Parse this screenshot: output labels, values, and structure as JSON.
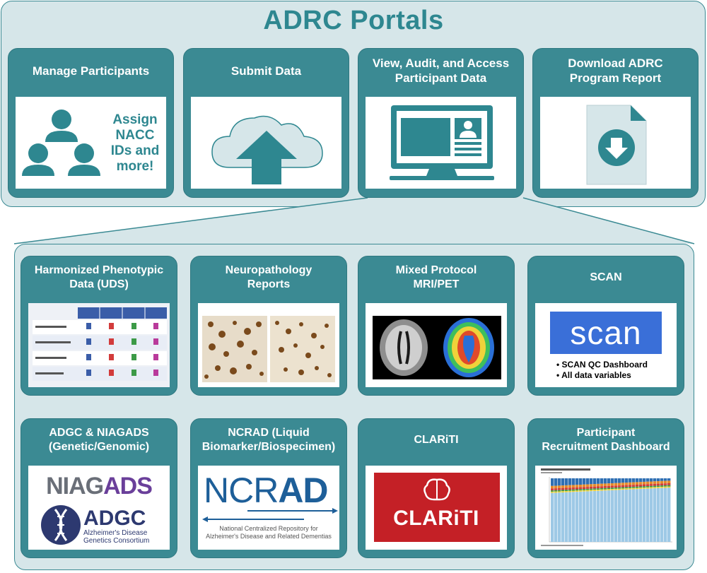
{
  "title": "ADRC Portals",
  "portals": [
    {
      "id": "manage",
      "label": "Manage Participants",
      "body_text": "Assign\nNACC\nIDs and\nmore!"
    },
    {
      "id": "submit",
      "label": "Submit Data"
    },
    {
      "id": "view",
      "label": "View, Audit, and Access\nParticipant Data"
    },
    {
      "id": "download",
      "label": "Download ADRC\nProgram Report"
    }
  ],
  "resources": [
    {
      "id": "uds",
      "label": "Harmonized Phenotypic\nData (UDS)"
    },
    {
      "id": "neuro",
      "label": "Neuropathology\nReports"
    },
    {
      "id": "mri",
      "label": "Mixed Protocol\nMRI/PET"
    },
    {
      "id": "scan",
      "label": "SCAN",
      "logo_text": "scan",
      "bullets": [
        "SCAN QC Dashboard",
        "All data variables"
      ]
    },
    {
      "id": "adgc",
      "label": "ADGC & NIAGADS\n(Genetic/Genomic)",
      "logo1_a": "NIAG",
      "logo1_b": "ADS",
      "logo2": "ADGC",
      "logo2_sub": "Alzheimer's Disease\nGenetics Consortium"
    },
    {
      "id": "ncrad",
      "label": "NCRAD (Liquid\nBiomarker/Biospecimen)",
      "logo_a": "NCR",
      "logo_b": "AD",
      "logo_sub": "National Centralized Repository for\nAlzheimer's Disease and Related Dementias"
    },
    {
      "id": "clariti",
      "label": "CLARiTI",
      "logo_text": "CLARiTI"
    },
    {
      "id": "recruit",
      "label": "Participant\nRecruitment Dashboard"
    }
  ],
  "colors": {
    "teal": "#3b8a93",
    "panel": "#d6e6e9",
    "title": "#2e8790"
  }
}
